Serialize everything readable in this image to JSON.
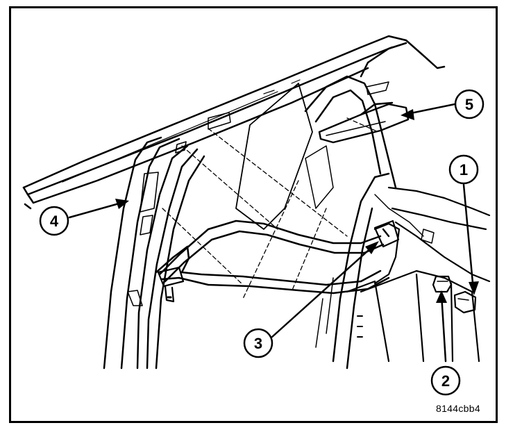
{
  "diagram": {
    "callouts": [
      {
        "id": "1",
        "label": "1"
      },
      {
        "id": "2",
        "label": "2"
      },
      {
        "id": "3",
        "label": "3"
      },
      {
        "id": "4",
        "label": "4"
      },
      {
        "id": "5",
        "label": "5"
      }
    ],
    "figure_code": "8144cbb4",
    "line_color": "#000000",
    "background_color": "#ffffff"
  }
}
